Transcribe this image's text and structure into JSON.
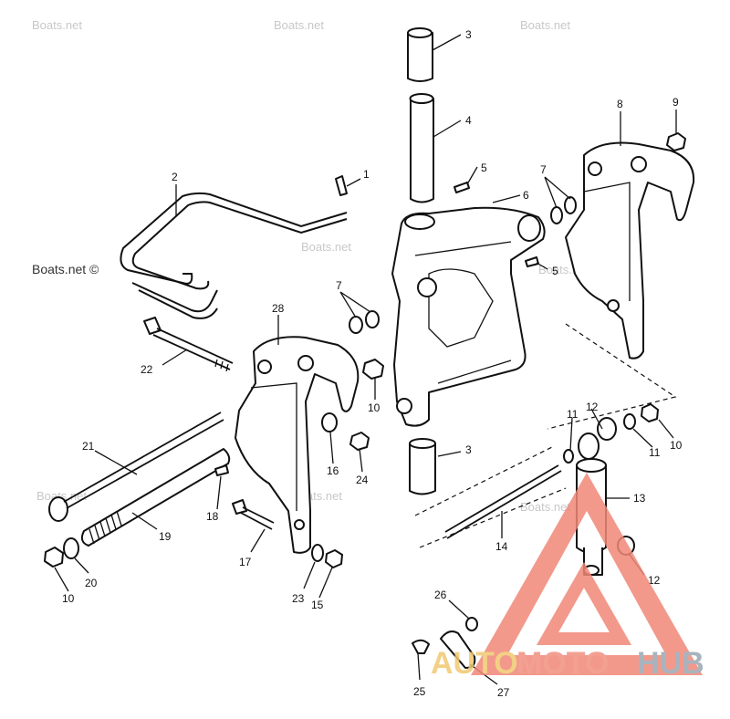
{
  "watermarks": {
    "site": "Boats.net",
    "site_main": "Boats.net ©"
  },
  "callouts": [
    "1",
    "2",
    "3",
    "3",
    "4",
    "5",
    "5",
    "6",
    "7",
    "7",
    "8",
    "9",
    "10",
    "10",
    "10",
    "11",
    "11",
    "12",
    "12",
    "13",
    "14",
    "15",
    "16",
    "17",
    "18",
    "19",
    "20",
    "21",
    "22",
    "23",
    "24",
    "25",
    "26",
    "27",
    "28"
  ],
  "logo": {
    "part1": "AUTO",
    "part2": "MOTO",
    "part3": "HUB",
    "color_triangle": "#f08878",
    "color_auto": "#f0c870",
    "color_hub": "#9aa8b2"
  }
}
